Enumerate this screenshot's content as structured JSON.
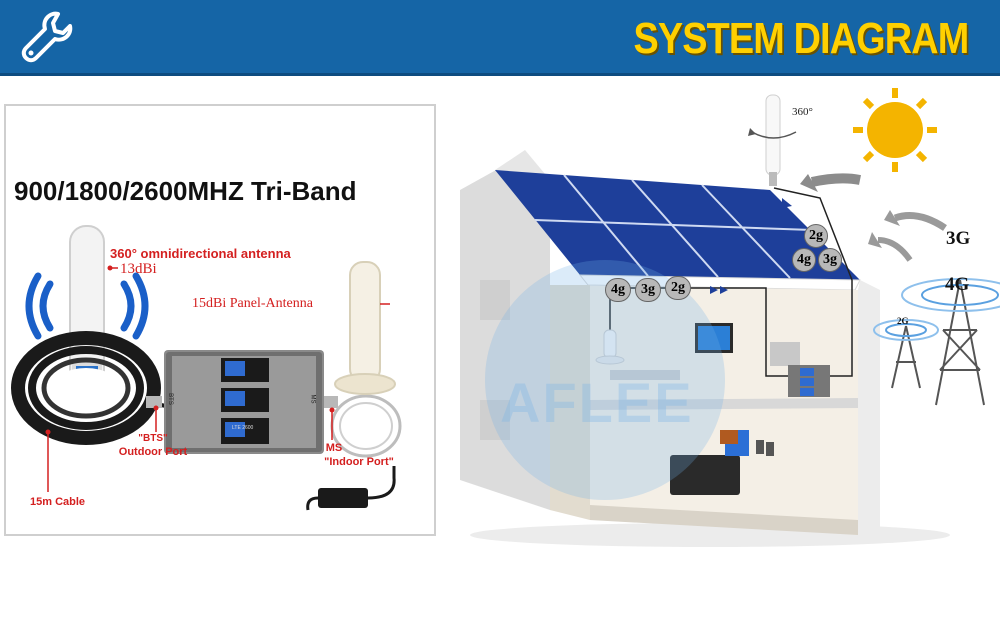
{
  "header": {
    "title": "SYSTEM DIAGRAM",
    "icon": "wrench-icon"
  },
  "product_panel": {
    "title": "900/1800/2600MHZ Tri-Band",
    "omni_antenna_label": "360° omnidirectional antenna",
    "omni_gain": "13dBi",
    "panel_antenna_label": "15dBi Panel-Antenna",
    "bts_label": "\"BTS\"",
    "outdoor_port": "Outdoor Port",
    "ms_label": "MS",
    "indoor_port": "\"Indoor Port\"",
    "cable_label": "15m Cable",
    "screen_label": "LTE 2600",
    "bts_side": "BTS",
    "ms_side": "MS"
  },
  "system": {
    "rotation_label": "360°",
    "outdoor_bands": [
      "2g",
      "4g",
      "3g"
    ],
    "indoor_bands": [
      "4g",
      "3g",
      "2g"
    ],
    "tower_labels": [
      "3G",
      "4G",
      "2G"
    ]
  },
  "watermark": "AFLEE",
  "colors": {
    "header_bg": "#1565a6",
    "title": "#ffd000",
    "label_red": "#d42020"
  }
}
